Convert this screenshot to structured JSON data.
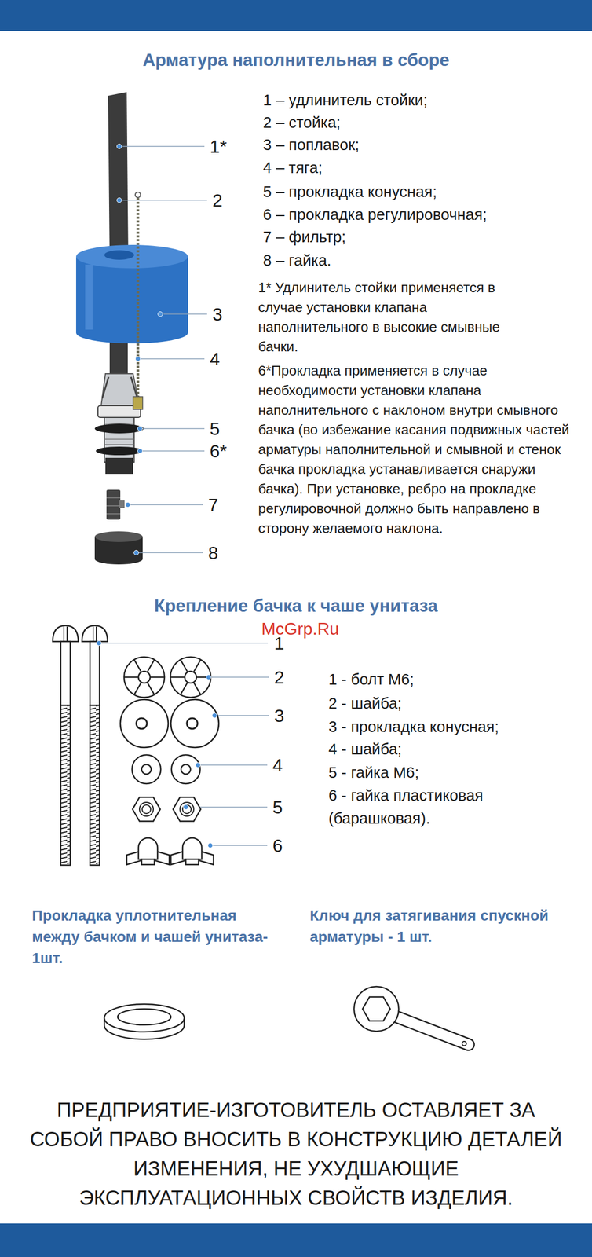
{
  "diagram": {
    "title": "Арматура наполнительная в сборе",
    "labels": [
      "1*",
      "2",
      "3",
      "4",
      "5",
      "6*",
      "7",
      "8",
      "1 – удлинитель стойки;",
      "2 – стойка;",
      "3 – поплавок;",
      "4 – тяга;",
      "5 – прокладка конусная;",
      "6 – прокладка регулировочная;",
      "7 – фильтр;",
      "8 – гайка.",
      "1* Удлинитель стойки применяется в случае установки клапана наполнительного в высокие смывные бачки.",
      "6*Прокладка применяется в случае необходимости установки клапана наполнительного с наклоном внутри смывного бачка (во избежание касания подвижных частей арматуры наполнительной и смывной и стенок бачка прокладка устанавливается снаружи бачка). При установке, ребро на прокладке регулировочной должно быть направлено в сторону желаемого наклона.",
      "Крепление бачка к чаше унитаза",
      "McGrp.Ru",
      "1",
      "2",
      "3",
      "4",
      "5",
      "6",
      "1 - болт М6;",
      "2 - шайба;",
      "3 - прокладка конусная;",
      "4 - шайба;",
      "5 - гайка М6;",
      "6 - гайка пластиковая (барашковая).",
      "Прокладка уплотнительная между бачком и чашей унитаза- 1шт.",
      "Ключ для затягивания спускной арматуры - 1 шт.",
      "ПРЕДПРИЯТИЕ-ИЗГОТОВИТЕЛЬ ОСТАВЛЯЕТ ЗА СОБОЙ ПРАВО ВНОСИТЬ В КОНСТРУКЦИЮ ДЕТАЛЕЙ ИЗМЕНЕНИЯ, НЕ УХУДШАЮЩИЕ ЭКСПЛУАТАЦИОННЫХ СВОЙСТВ ИЗДЕЛИЯ."
    ]
  }
}
